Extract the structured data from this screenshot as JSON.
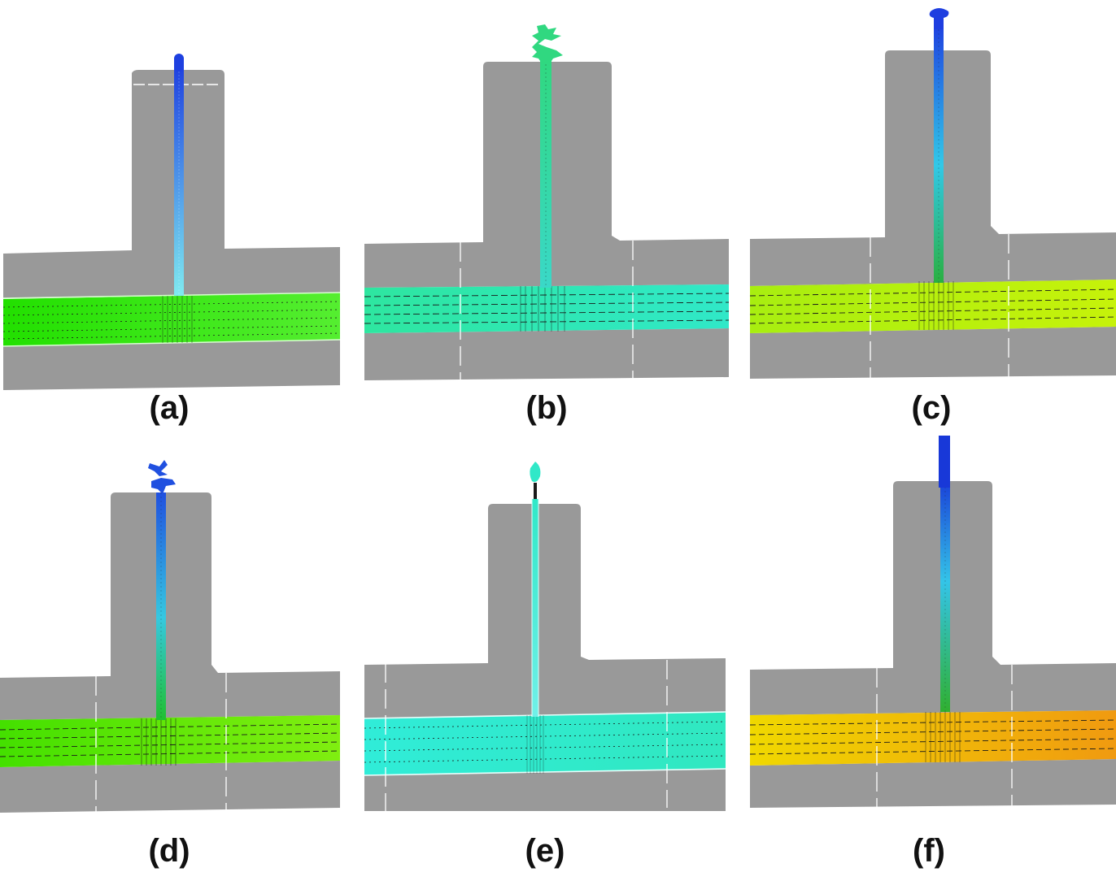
{
  "figure": {
    "panels": [
      {
        "label": "(a)",
        "strip_color": "#22e000",
        "strip_color_end": "#55ee30",
        "wire_top": "#1e40e0",
        "wire_bottom": "#7feaf0",
        "tip": "round-blob",
        "grid_lines": false
      },
      {
        "label": "(b)",
        "strip_color": "#2ee6a0",
        "strip_color_end": "#30e8c8",
        "wire_top": "#30d880",
        "wire_bottom": "#3ad8c8",
        "tip": "jagged-splash",
        "grid_lines": true
      },
      {
        "label": "(c)",
        "strip_color": "#a8ee10",
        "strip_color_end": "#c6f20a",
        "wire_top": "#1e3ee0",
        "wire_bottom": "#2ab040",
        "tip": "bulb",
        "grid_lines": true
      },
      {
        "label": "(d)",
        "strip_color": "#44e000",
        "strip_color_end": "#80ee10",
        "wire_top": "#2050e0",
        "wire_bottom": "#20c030",
        "tip": "fragmented",
        "grid_lines": true
      },
      {
        "label": "(e)",
        "strip_color": "#30ecd8",
        "strip_color_end": "#30e8c0",
        "wire_top": "#30e8c8",
        "wire_bottom": "#70f0e8",
        "tip": "droplet",
        "grid_lines": true
      },
      {
        "label": "(f)",
        "strip_color": "#f0d800",
        "strip_color_end": "#f09a10",
        "wire_top": "#1838d8",
        "wire_bottom": "#30b030",
        "tip": "column",
        "grid_lines": true
      }
    ],
    "colors": {
      "body_gray": "#999999",
      "grid_line": "#ffffff",
      "mesh_line": "#1a1a1a"
    }
  }
}
